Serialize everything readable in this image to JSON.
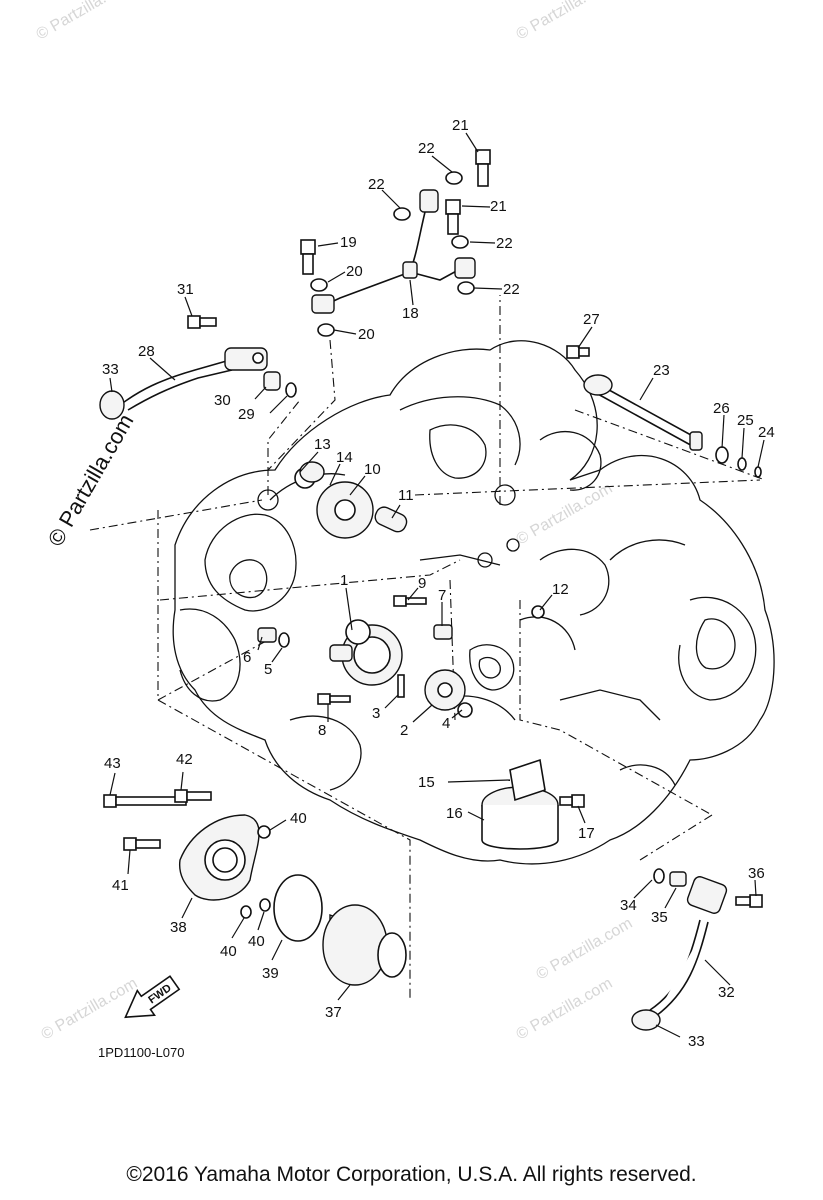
{
  "diagram": {
    "reference_code": "1PD1100-L070",
    "fwd_label": "FWD",
    "side_watermark": "© Partzilla.com",
    "faint_watermark": "© Partzilla.com",
    "copyright": "©2016 Yamaha Motor Corporation, U.S.A. All rights reserved.",
    "callouts": [
      "1",
      "2",
      "3",
      "4",
      "5",
      "6",
      "7",
      "8",
      "9",
      "10",
      "11",
      "12",
      "13",
      "14",
      "15",
      "16",
      "17",
      "18",
      "19",
      "20",
      "20",
      "21",
      "21",
      "22",
      "22",
      "22",
      "22",
      "23",
      "24",
      "25",
      "26",
      "27",
      "28",
      "29",
      "30",
      "31",
      "32",
      "33",
      "33",
      "34",
      "35",
      "36",
      "37",
      "38",
      "39",
      "40",
      "40",
      "40",
      "41",
      "42",
      "43"
    ]
  }
}
